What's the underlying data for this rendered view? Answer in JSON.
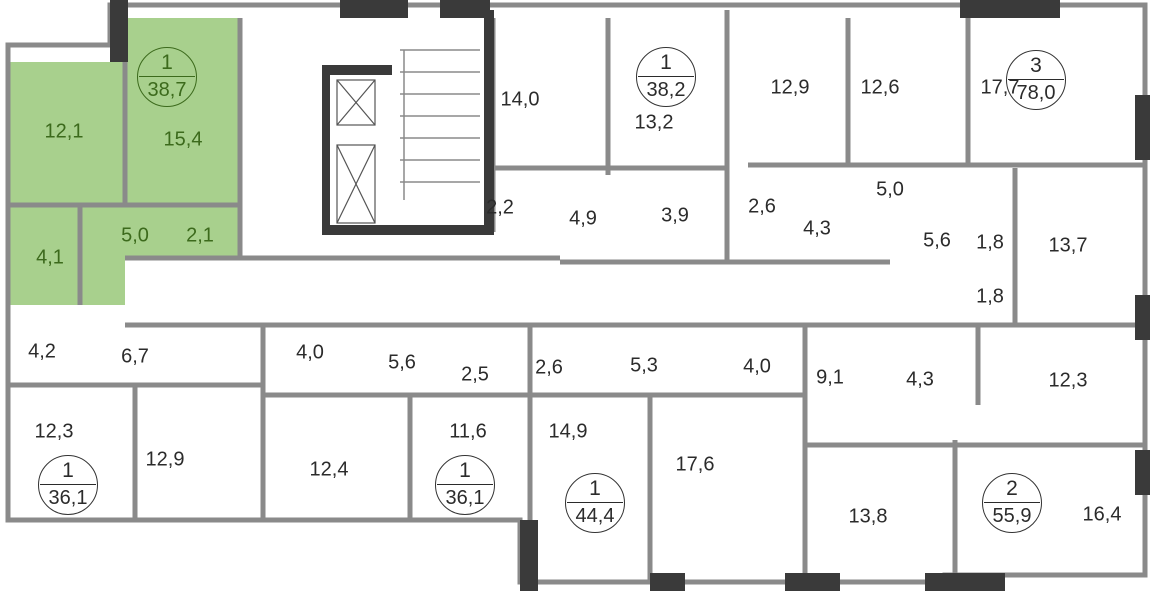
{
  "colors": {
    "highlight": "#a8d08d",
    "highlight_text": "#3c6a1c",
    "wall": "#8a8a8a",
    "wall_dark": "#3a3a3a"
  },
  "apartments": [
    {
      "rooms": "1",
      "area": "38,7",
      "highlighted": true
    },
    {
      "rooms": "1",
      "area": "38,2"
    },
    {
      "rooms": "3",
      "area": "78,0"
    },
    {
      "rooms": "1",
      "area": "36,1"
    },
    {
      "rooms": "1",
      "area": "36,1"
    },
    {
      "rooms": "1",
      "area": "44,4"
    },
    {
      "rooms": "2",
      "area": "55,9"
    }
  ],
  "rooms": [
    "12,1",
    "15,4",
    "5,0",
    "2,1",
    "4,1",
    "14,0",
    "2,2",
    "4,9",
    "13,2",
    "3,9",
    "12,9",
    "2,6",
    "12,6",
    "17,7",
    "5,0",
    "4,3",
    "5,6",
    "1,8",
    "1,8",
    "13,7",
    "4,2",
    "6,7",
    "4,0",
    "5,6",
    "2,5",
    "2,6",
    "5,3",
    "4,0",
    "9,1",
    "4,3",
    "12,3",
    "12,3",
    "12,9",
    "12,4",
    "11,6",
    "14,9",
    "17,6",
    "13,8",
    "16,4"
  ]
}
